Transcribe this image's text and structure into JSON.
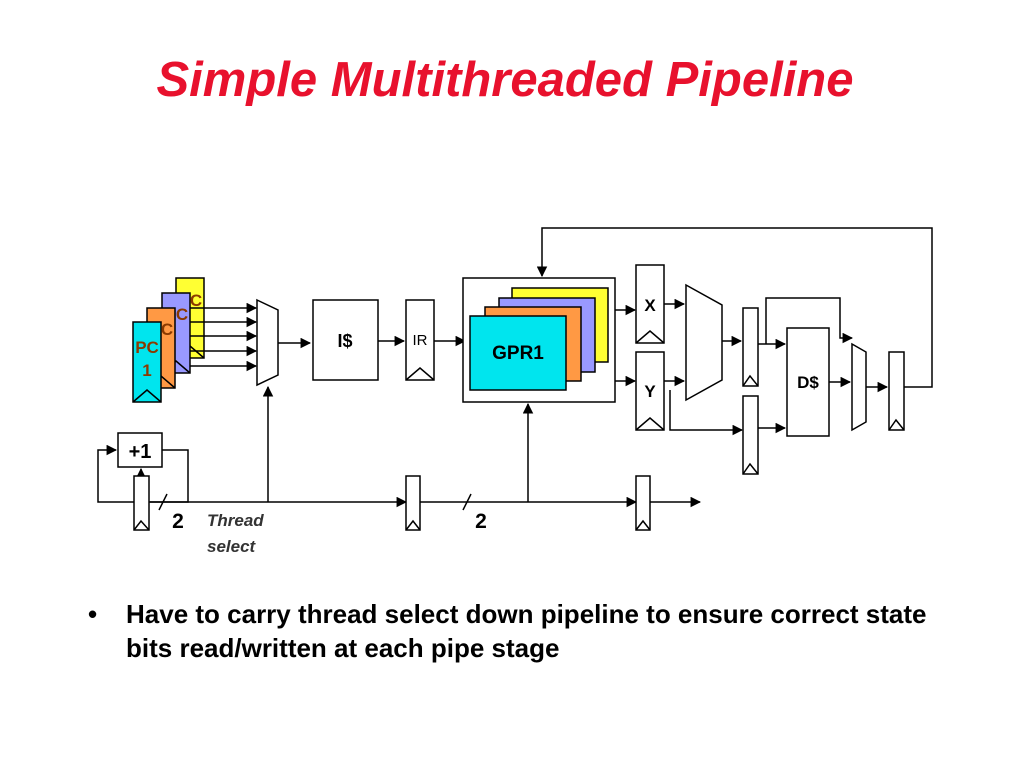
{
  "slide": {
    "title": "Simple Multithreaded Pipeline",
    "bullets": [
      {
        "marker": "•",
        "text": "Have to carry thread select down pipeline to ensure correct state bits read/written at each pipe stage"
      }
    ]
  },
  "diagram": {
    "pc_registers": [
      {
        "label": "C",
        "color": "#ffff33"
      },
      {
        "label": "C",
        "color": "#9999ff"
      },
      {
        "label": "C",
        "color": "#ff9944"
      },
      {
        "label_line1": "PC",
        "label_line2": "1",
        "color": "#00e5ee"
      }
    ],
    "icache_label": "I$",
    "ir_label": "IR",
    "gpr_files": [
      {
        "color": "#ffff33"
      },
      {
        "color": "#9999ff"
      },
      {
        "color": "#ff9944"
      },
      {
        "label": "GPR1",
        "color": "#00e5ee"
      }
    ],
    "x_label": "X",
    "y_label": "Y",
    "dcache_label": "D$",
    "incrementer_label": "+1",
    "thread_select_label_line1": "Thread",
    "thread_select_label_line2": "select",
    "bus_width_1": "2",
    "bus_width_2": "2"
  }
}
